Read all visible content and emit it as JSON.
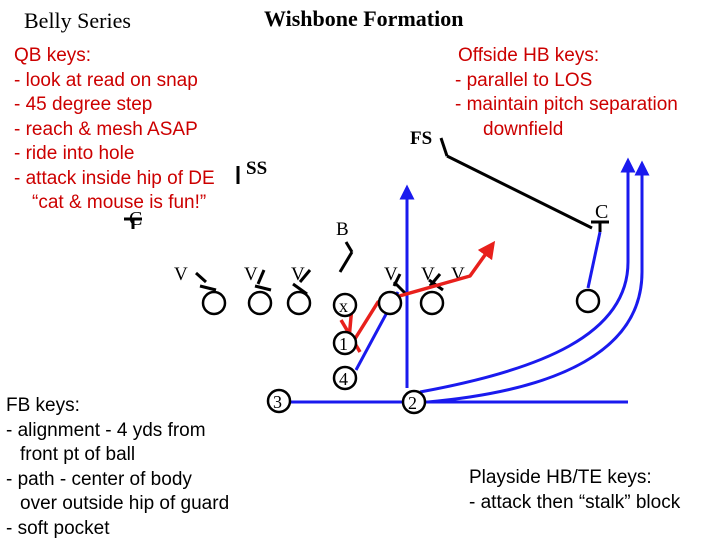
{
  "header": {
    "series": "Belly Series",
    "formation": "Wishbone Formation"
  },
  "qb_keys": {
    "title": "QB keys:",
    "lines": [
      "- look at read on snap",
      "- 45 degree step",
      "- reach & mesh ASAP",
      "- ride into hole",
      "- attack inside hip of DE",
      "“cat & mouse is fun!”"
    ]
  },
  "offside_hb_keys": {
    "title": "Offside HB keys:",
    "lines": [
      "- parallel to LOS",
      "- maintain pitch separation",
      "downfield"
    ]
  },
  "fb_keys": {
    "title": "FB keys:",
    "lines": [
      "- alignment - 4 yds from",
      "front pt of ball",
      "- path - center of body",
      "over outside hip of guard",
      "- soft pocket"
    ]
  },
  "playside_keys": {
    "title": "Playside HB/TE keys:",
    "lines": [
      "- attack then “stalk” block"
    ]
  },
  "defense": {
    "fs": "FS",
    "ss": "SS",
    "corner_left": "C",
    "corner_right": "C",
    "backer": "B",
    "linemen": [
      "V",
      "V",
      "V",
      "V",
      "V",
      "V"
    ]
  },
  "offense": {
    "center": "x",
    "qb": "1",
    "fb": "4",
    "left_hb": "3",
    "right_hb": "2"
  },
  "colors": {
    "text_red": "#cc0000",
    "path_red": "#e8201c",
    "path_blue": "#1a1aee",
    "ink": "#000000"
  }
}
